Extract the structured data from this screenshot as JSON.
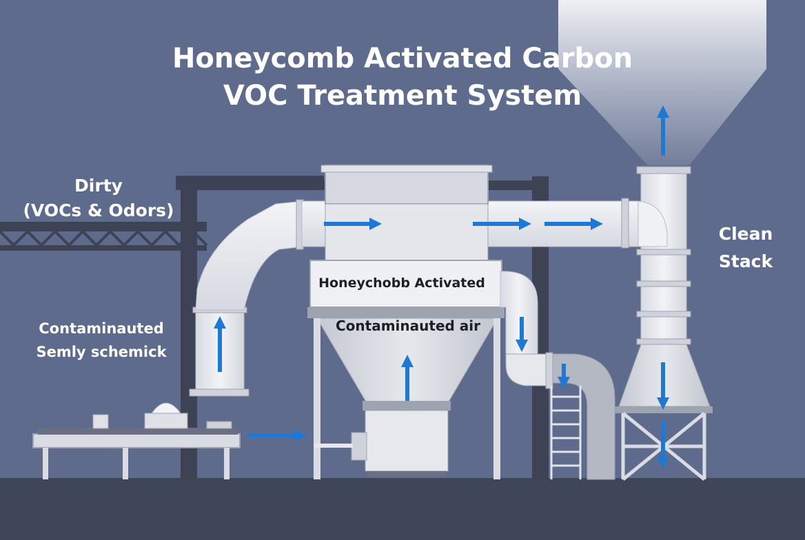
{
  "title": {
    "line1": "Honeycomb Activated Carbon",
    "line2": "VOC Treatment System"
  },
  "labels": {
    "dirty_line1": "Dirty",
    "dirty_line2": "(VOCs & Odors)",
    "clean_line1": "Clean",
    "clean_line2": "Stack",
    "contam_left_line1": "Contaminauted",
    "contam_left_line2": "Semly schemick",
    "adsorber_label": "Honeychobb Activated",
    "hopper_label": "Contaminauted air"
  },
  "colors": {
    "background": "#5f6b8c",
    "ground": "#3f4658",
    "steel": "#3d4254",
    "duct": "#e6e8ee",
    "flow_arrow": "#1f78d1"
  }
}
